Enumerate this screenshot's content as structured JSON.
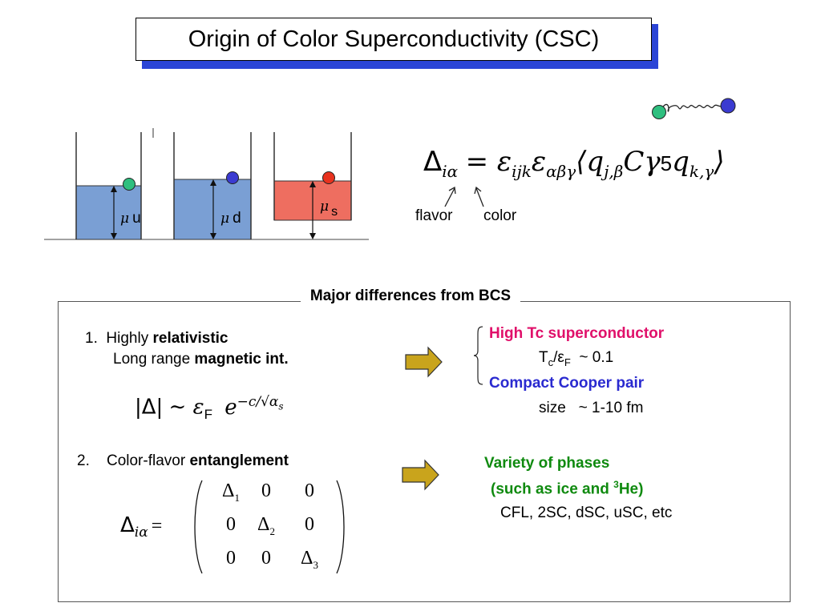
{
  "title": "Origin of Color Superconductivity (CSC)",
  "wells": {
    "u": {
      "symbol": "μ",
      "flavor": "u",
      "color": "#7a9fd4",
      "quark_color": "#2fbf7f"
    },
    "d": {
      "symbol": "μ",
      "flavor": "d",
      "color": "#7a9fd4",
      "quark_color": "#3b3bd1"
    },
    "s": {
      "symbol": "μ",
      "flavor": "s",
      "color": "#ee6e60",
      "quark_color": "#e8321e"
    }
  },
  "gap_equation": {
    "lhs": "Δ",
    "lhs_sub": "iα",
    "rhs_prefix": "= ε",
    "eps1_sub": "ijk",
    "eps2": "ε",
    "eps2_sub": "αβγ",
    "bracket_open": "⟨q",
    "q1_sub": "j,β",
    "middle": "Cγ",
    "five": "5",
    "q2": "q",
    "q2_sub": "k,γ",
    "bracket_close": "⟩"
  },
  "annotations": {
    "flavor": "flavor",
    "color": "color"
  },
  "section_title": "Major differences from BCS",
  "item1": {
    "number": "1.",
    "line1_plain": "Highly ",
    "line1_bold": "relativistic",
    "line2_plain": "Long range ",
    "line2_bold": "magnetic int."
  },
  "formula1": {
    "abs": "|Δ|",
    "sim": "∼ ε",
    "F": "F",
    "e": "e",
    "exponent": "−c/√α",
    "s": "s"
  },
  "right1": {
    "heading": "High Tc superconductor",
    "ratio_T": "T",
    "ratio_c": "c",
    "ratio_slash": "/ε",
    "ratio_F": "F",
    "ratio_value": "~ 0.1",
    "heading2": "Compact Cooper pair",
    "size_label": "size",
    "size_value": "~ 1-10 fm"
  },
  "item2": {
    "number": "2.",
    "plain": "Color-flavor ",
    "bold": "entanglement"
  },
  "matrix": {
    "lhs": "Δ",
    "lhs_sub": "iα",
    "eq": "=",
    "rows": [
      [
        "Δ1",
        "0",
        "0"
      ],
      [
        "0",
        "Δ2",
        "0"
      ],
      [
        "0",
        "0",
        "Δ3"
      ]
    ]
  },
  "right2": {
    "line1": "Variety of phases",
    "line2_pre": "(such as ice and ",
    "line2_sup": "3",
    "line2_post": "He)",
    "line3": "CFL, 2SC, dSC, uSC, etc"
  },
  "colors": {
    "title_shadow": "#2b45d6",
    "arrow_fill": "#c9a41c",
    "magenta": "#e0106a",
    "blue": "#2a2ad0",
    "green": "#0f8a0f"
  }
}
